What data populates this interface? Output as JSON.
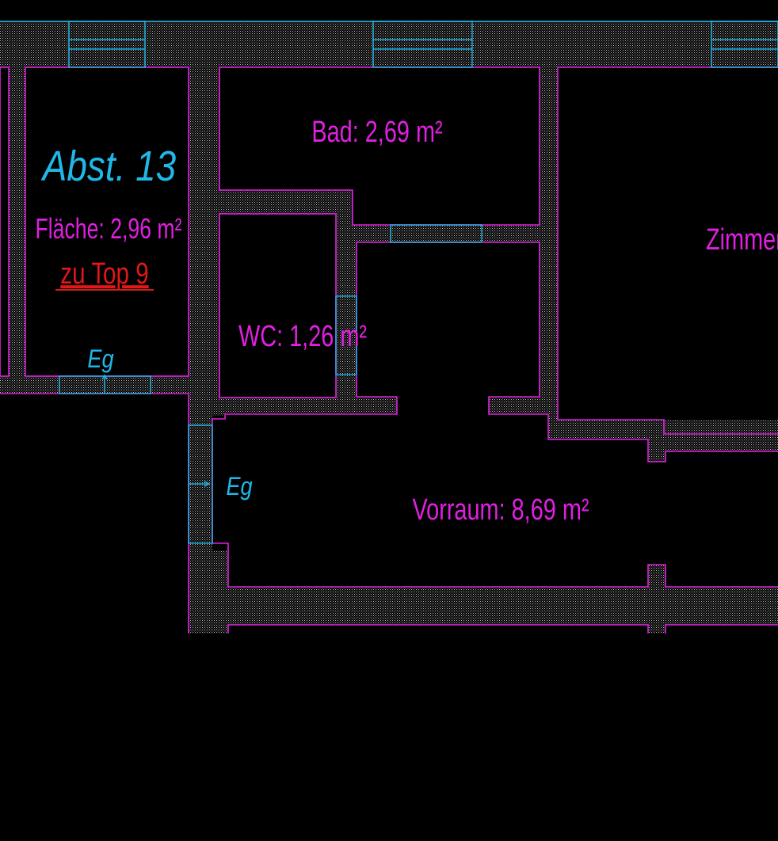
{
  "plan": {
    "storage_room": {
      "title": "Abst. 13",
      "area": "Fläche: 2,96 m²",
      "assignment": "zu Top 9",
      "door_label": "Eg"
    },
    "rooms": {
      "bathroom": "Bad: 2,69 m²",
      "wc": "WC: 1,26 m²",
      "room": "Zimmer",
      "hall": "Vorraum: 8,69 m²"
    },
    "entrance_label": "Eg"
  },
  "colors": {
    "background": "#000000",
    "wall_outline": "#e020e0",
    "room_label": "#e020e0",
    "storage_title": "#20b8e8",
    "door_and_window": "#20b8e8",
    "assignment_text": "#e01818",
    "wall_hatch": "#bdbdbd"
  }
}
